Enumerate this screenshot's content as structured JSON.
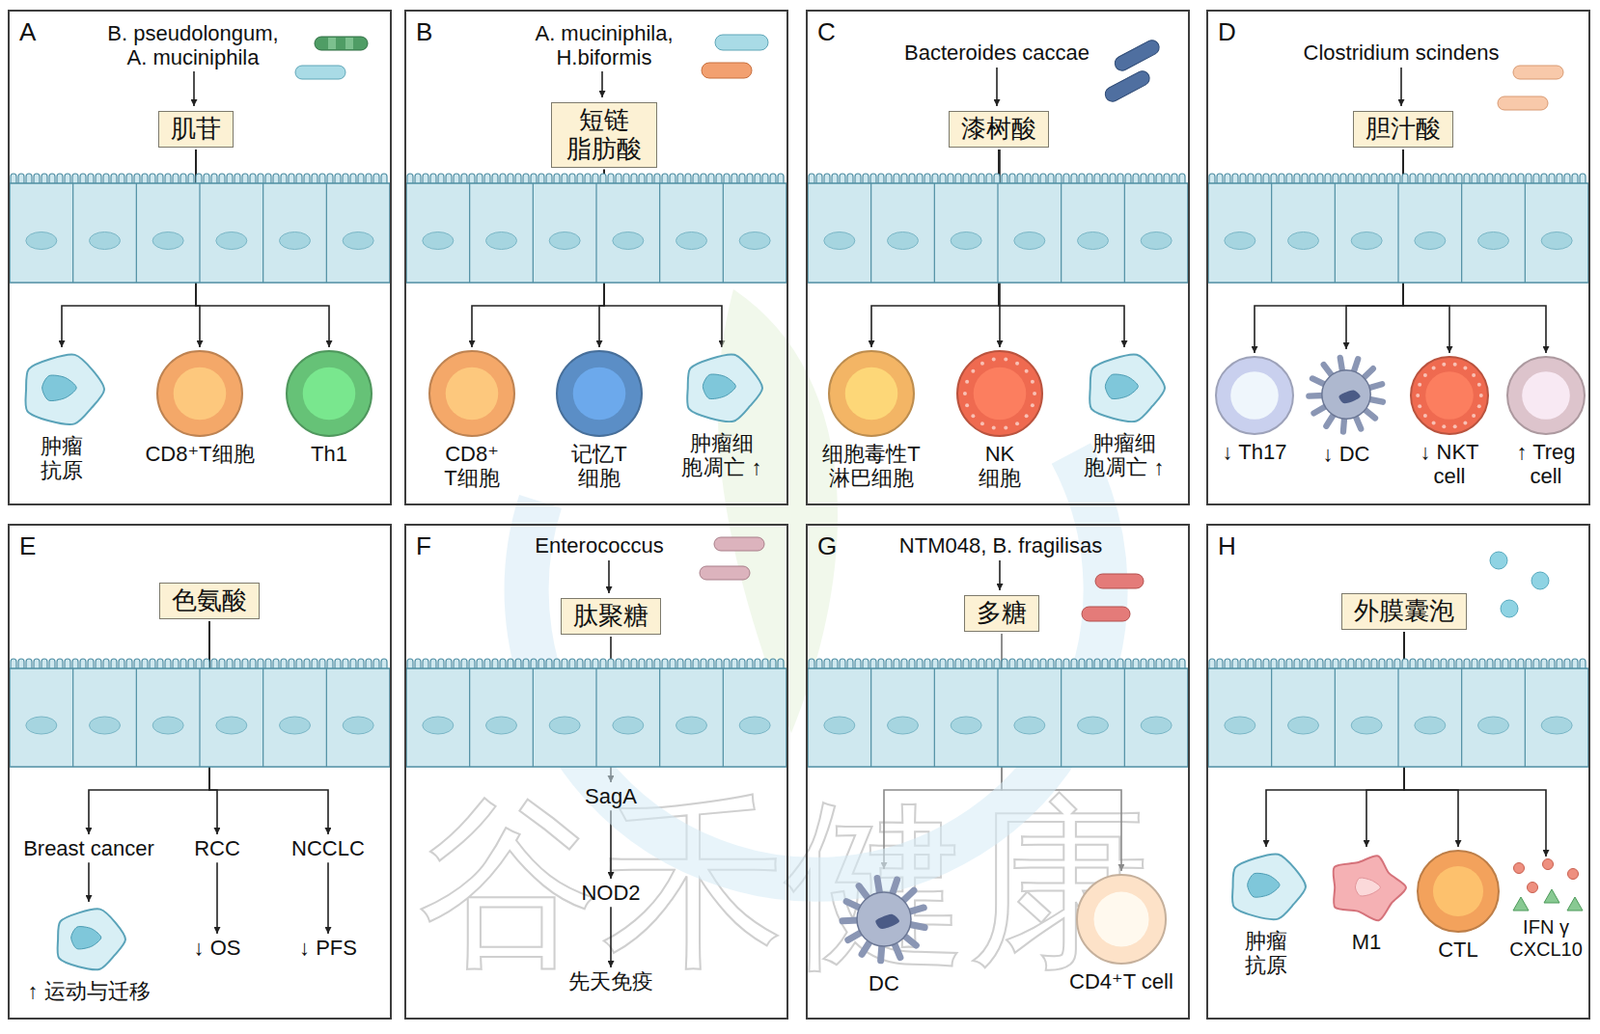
{
  "diagram": {
    "nodes": [
      {
        "text": [
          "A"
        ]
      },
      {
        "text": [
          "肌苷"
        ],
        "in": 0
      },
      {
        "text": [
          "肿瘤 抗原"
        ],
        "in": 0
      },
      {
        "text": [
          "CD8⁺T细胞"
        ],
        "in": 0
      },
      {
        "text": [
          "Th1"
        ],
        "in": 0
      },
      {
        "text": [
          "B"
        ]
      },
      {
        "text": [
          "短链 脂肪酸"
        ],
        "in": 5
      },
      {
        "text": [
          "CD8⁺ T细胞"
        ],
        "in": 5
      },
      {
        "text": [
          "记忆T 细胞"
        ],
        "in": 5
      },
      {
        "text": [
          "肿瘤细 胞凋亡 ↑"
        ],
        "in": 5
      },
      {
        "text": [
          "C"
        ]
      },
      {
        "text": [
          "漆树酸"
        ],
        "in": 10
      },
      {
        "text": [
          "细胞毒性T 淋巴细胞"
        ],
        "in": 10
      },
      {
        "text": [
          "NK 细胞"
        ],
        "in": 10
      },
      {
        "text": [
          "肿瘤细 胞凋亡 ↑"
        ],
        "in": 10
      },
      {
        "text": [
          "D"
        ]
      },
      {
        "text": [
          "胆汁酸"
        ],
        "in": 15
      },
      {
        "text": [
          "↓ Th17"
        ],
        "in": 15
      },
      {
        "text": [
          "↓ DC"
        ],
        "in": 15
      },
      {
        "text": [
          "↓ NKT cell"
        ],
        "in": 15
      },
      {
        "text": [
          "↑ Treg cell"
        ],
        "in": 15
      },
      {
        "text": [
          "E"
        ]
      },
      {
        "text": [
          "色氨酸"
        ],
        "in": 21
      },
      {
        "text": [
          "Breast cancer"
        ],
        "in": 21
      },
      {
        "text": [
          "RCC"
        ],
        "in": 21
      },
      {
        "text": [
          "NCCLC"
        ],
        "in": 21
      },
      {
        "text": [
          "↑ 运动与迁移"
        ],
        "in": 21
      },
      {
        "text": [
          "↓ OS"
        ],
        "in": 21
      },
      {
        "text": [
          "↓ PFS"
        ],
        "in": 21
      },
      {
        "text": [
          "F"
        ]
      },
      {
        "text": [
          "肽聚糖"
        ],
        "in": 29
      },
      {
        "text": [
          "SagA"
        ],
        "in": 29
      },
      {
        "text": [
          "NOD2"
        ],
        "in": 29
      },
      {
        "text": [
          "先天免疫"
        ],
        "in": 29
      },
      {
        "text": [
          "G"
        ]
      },
      {
        "text": [
          "多糖"
        ],
        "in": 34
      },
      {
        "text": [
          "DC"
        ],
        "in": 34
      },
      {
        "text": [
          "CD4⁺T cell"
        ],
        "in": 34
      },
      {
        "text": [
          "H"
        ]
      },
      {
        "text": [
          "外膜囊泡"
        ],
        "in": 38
      },
      {
        "text": [
          "肿瘤 抗原"
        ],
        "in": 38
      },
      {
        "text": [
          "M1"
        ],
        "in": 38
      },
      {
        "text": [
          "CTL"
        ],
        "in": 38
      },
      {
        "text": [
          "IFN γ CXCL10"
        ],
        "in": 38
      }
    ],
    "edges": [
      {
        "from": 1,
        "to": 2,
        "arrow": "to"
      },
      {
        "from": 1,
        "to": 3,
        "arrow": "to"
      },
      {
        "from": 1,
        "to": 4,
        "arrow": "to"
      },
      {
        "from": 6,
        "to": 7,
        "arrow": "to"
      },
      {
        "from": 6,
        "to": 8,
        "arrow": "to"
      },
      {
        "from": 6,
        "to": 9,
        "arrow": "to"
      },
      {
        "from": 11,
        "to": 12,
        "arrow": "to"
      },
      {
        "from": 11,
        "to": 13,
        "arrow": "to"
      },
      {
        "from": 11,
        "to": 14,
        "arrow": "to"
      },
      {
        "from": 16,
        "to": 17,
        "arrow": "to"
      },
      {
        "from": 16,
        "to": 18,
        "arrow": "to"
      },
      {
        "from": 16,
        "to": 19,
        "arrow": "to"
      },
      {
        "from": 16,
        "to": 20,
        "arrow": "to"
      },
      {
        "from": 22,
        "to": 23,
        "arrow": "to"
      },
      {
        "from": 22,
        "to": 24,
        "arrow": "to"
      },
      {
        "from": 22,
        "to": 25,
        "arrow": "to"
      },
      {
        "from": 23,
        "to": 26,
        "arrow": "to"
      },
      {
        "from": 24,
        "to": 27,
        "arrow": "to"
      },
      {
        "from": 25,
        "to": 28,
        "arrow": "to"
      },
      {
        "from": 30,
        "to": 31,
        "arrow": "to"
      },
      {
        "from": 31,
        "to": 32,
        "arrow": "to"
      },
      {
        "from": 32,
        "to": 33,
        "arrow": "to"
      },
      {
        "from": 35,
        "to": 36,
        "arrow": "to"
      },
      {
        "from": 35,
        "to": 37,
        "arrow": "to"
      },
      {
        "from": 39,
        "to": 40,
        "arrow": "to"
      },
      {
        "from": 39,
        "to": 41,
        "arrow": "to"
      },
      {
        "from": 39,
        "to": 42,
        "arrow": "to"
      },
      {
        "from": 39,
        "to": 43,
        "arrow": "to"
      }
    ],
    "labels": [
      "B. pseudolongum, A. muciniphila",
      "A. muciniphila, H.biformis",
      "Bacteroides caccae",
      "Clostridium scindens",
      "Enterococcus",
      "NTM048, B. fragilisas",
      "谷禾健康"
    ]
  }
}
